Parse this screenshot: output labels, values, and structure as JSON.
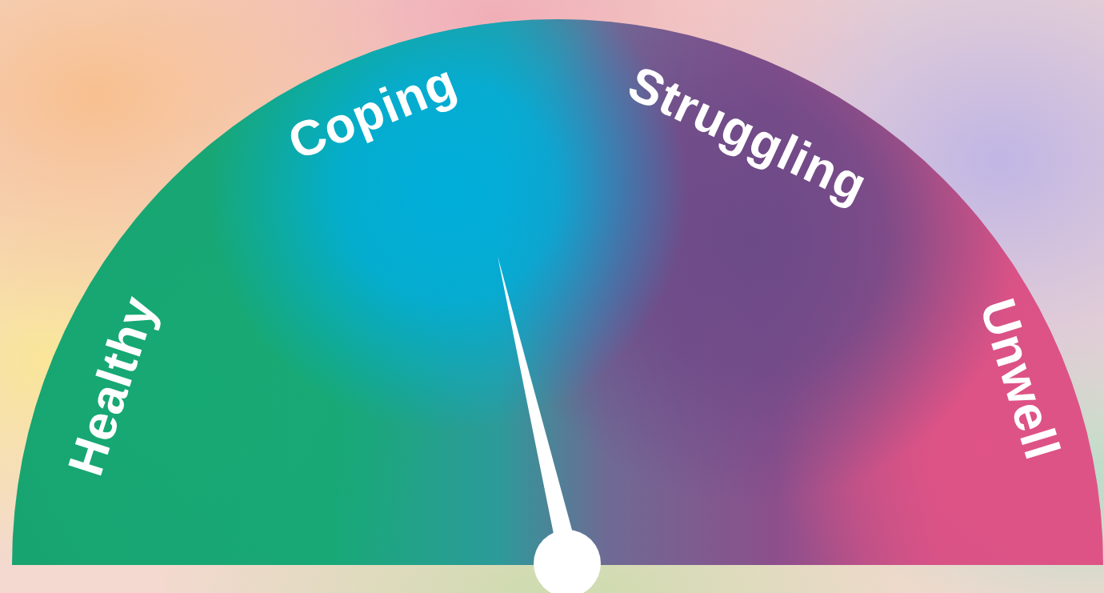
{
  "diagram": {
    "labels": [
      "Healthy",
      "Coping",
      "Struggling",
      "Unwell"
    ]
  }
}
